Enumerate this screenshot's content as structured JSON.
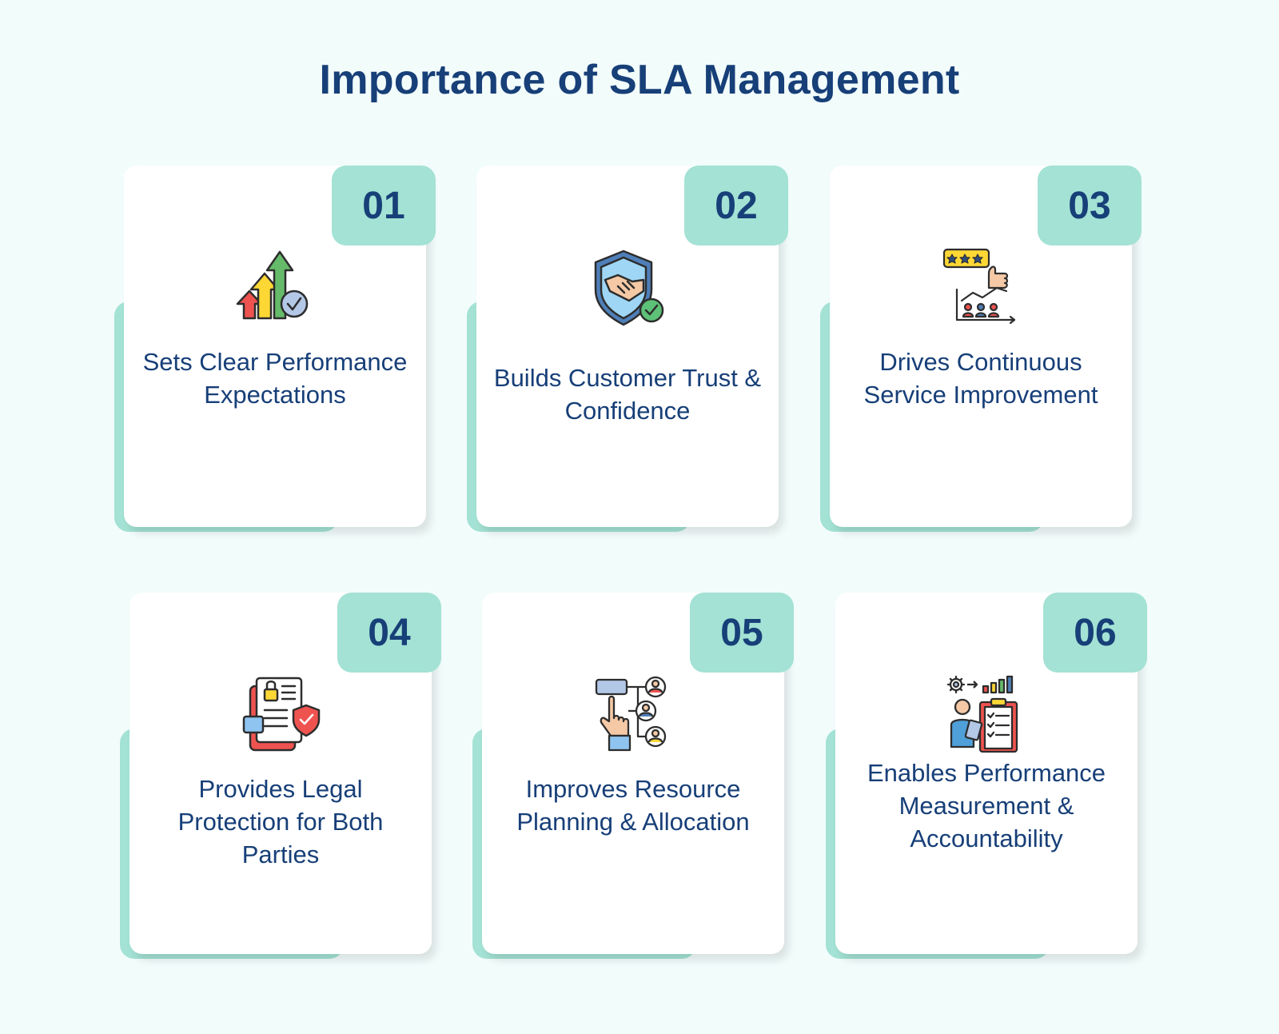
{
  "title": "Importance of SLA Management",
  "colors": {
    "accent": "#a3e2d4",
    "text": "#173f78",
    "background": "#f2fcfb",
    "card": "#ffffff"
  },
  "cards": [
    {
      "number": "01",
      "label": "Sets Clear Performance Expectations",
      "icon": "growth-arrows-icon"
    },
    {
      "number": "02",
      "label": "Builds Customer Trust & Confidence",
      "icon": "handshake-shield-icon"
    },
    {
      "number": "03",
      "label": "Drives Continuous Service Improvement",
      "icon": "feedback-growth-icon"
    },
    {
      "number": "04",
      "label": "Provides Legal Protection for Both Parties",
      "icon": "legal-document-icon"
    },
    {
      "number": "05",
      "label": "Improves Resource Planning & Allocation",
      "icon": "resource-allocation-icon"
    },
    {
      "number": "06",
      "label": "Enables Performance Measurement & Accountability",
      "icon": "measurement-clipboard-icon"
    }
  ]
}
